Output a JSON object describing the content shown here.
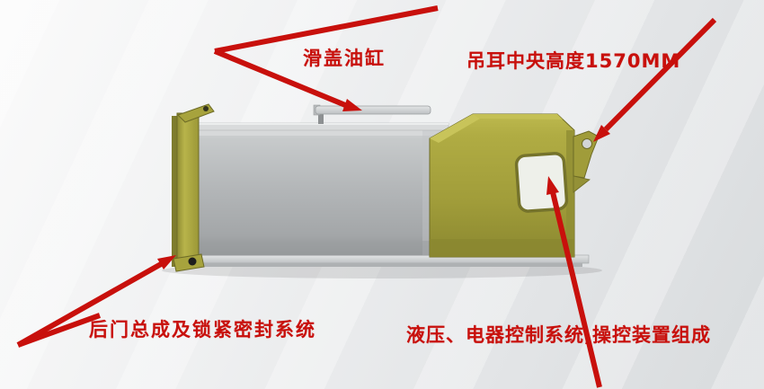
{
  "colors": {
    "annotation": "#c8100c",
    "olive": "#a5a13c",
    "bodyGray": "#b5b8ba",
    "background": "#e8eaec"
  },
  "labels": {
    "slide_cylinder": "滑盖油缸",
    "lug_height": "吊耳中央高度1570MM",
    "rear_door": "后门总成及锁紧密封系统",
    "hydraulic": "液压、电器控制系统,操控装置组成"
  }
}
